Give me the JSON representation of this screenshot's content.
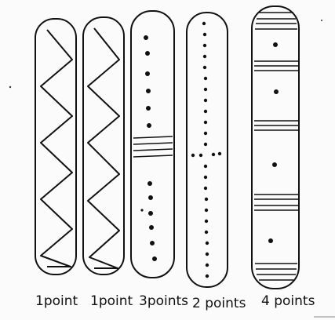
{
  "sticks": [
    {
      "id": "stick-1",
      "pattern": "zigzag",
      "label": "1point"
    },
    {
      "id": "stick-2",
      "pattern": "zigzag",
      "label": "1point"
    },
    {
      "id": "stick-3",
      "pattern": "dots-with-band",
      "label": "3points"
    },
    {
      "id": "stick-4",
      "pattern": "dots-with-cross",
      "label": "2 points"
    },
    {
      "id": "stick-5",
      "pattern": "bands-and-dots",
      "label": "4 points"
    }
  ],
  "colors": {
    "ink": "#111111",
    "paper": "#fbfbfb"
  }
}
